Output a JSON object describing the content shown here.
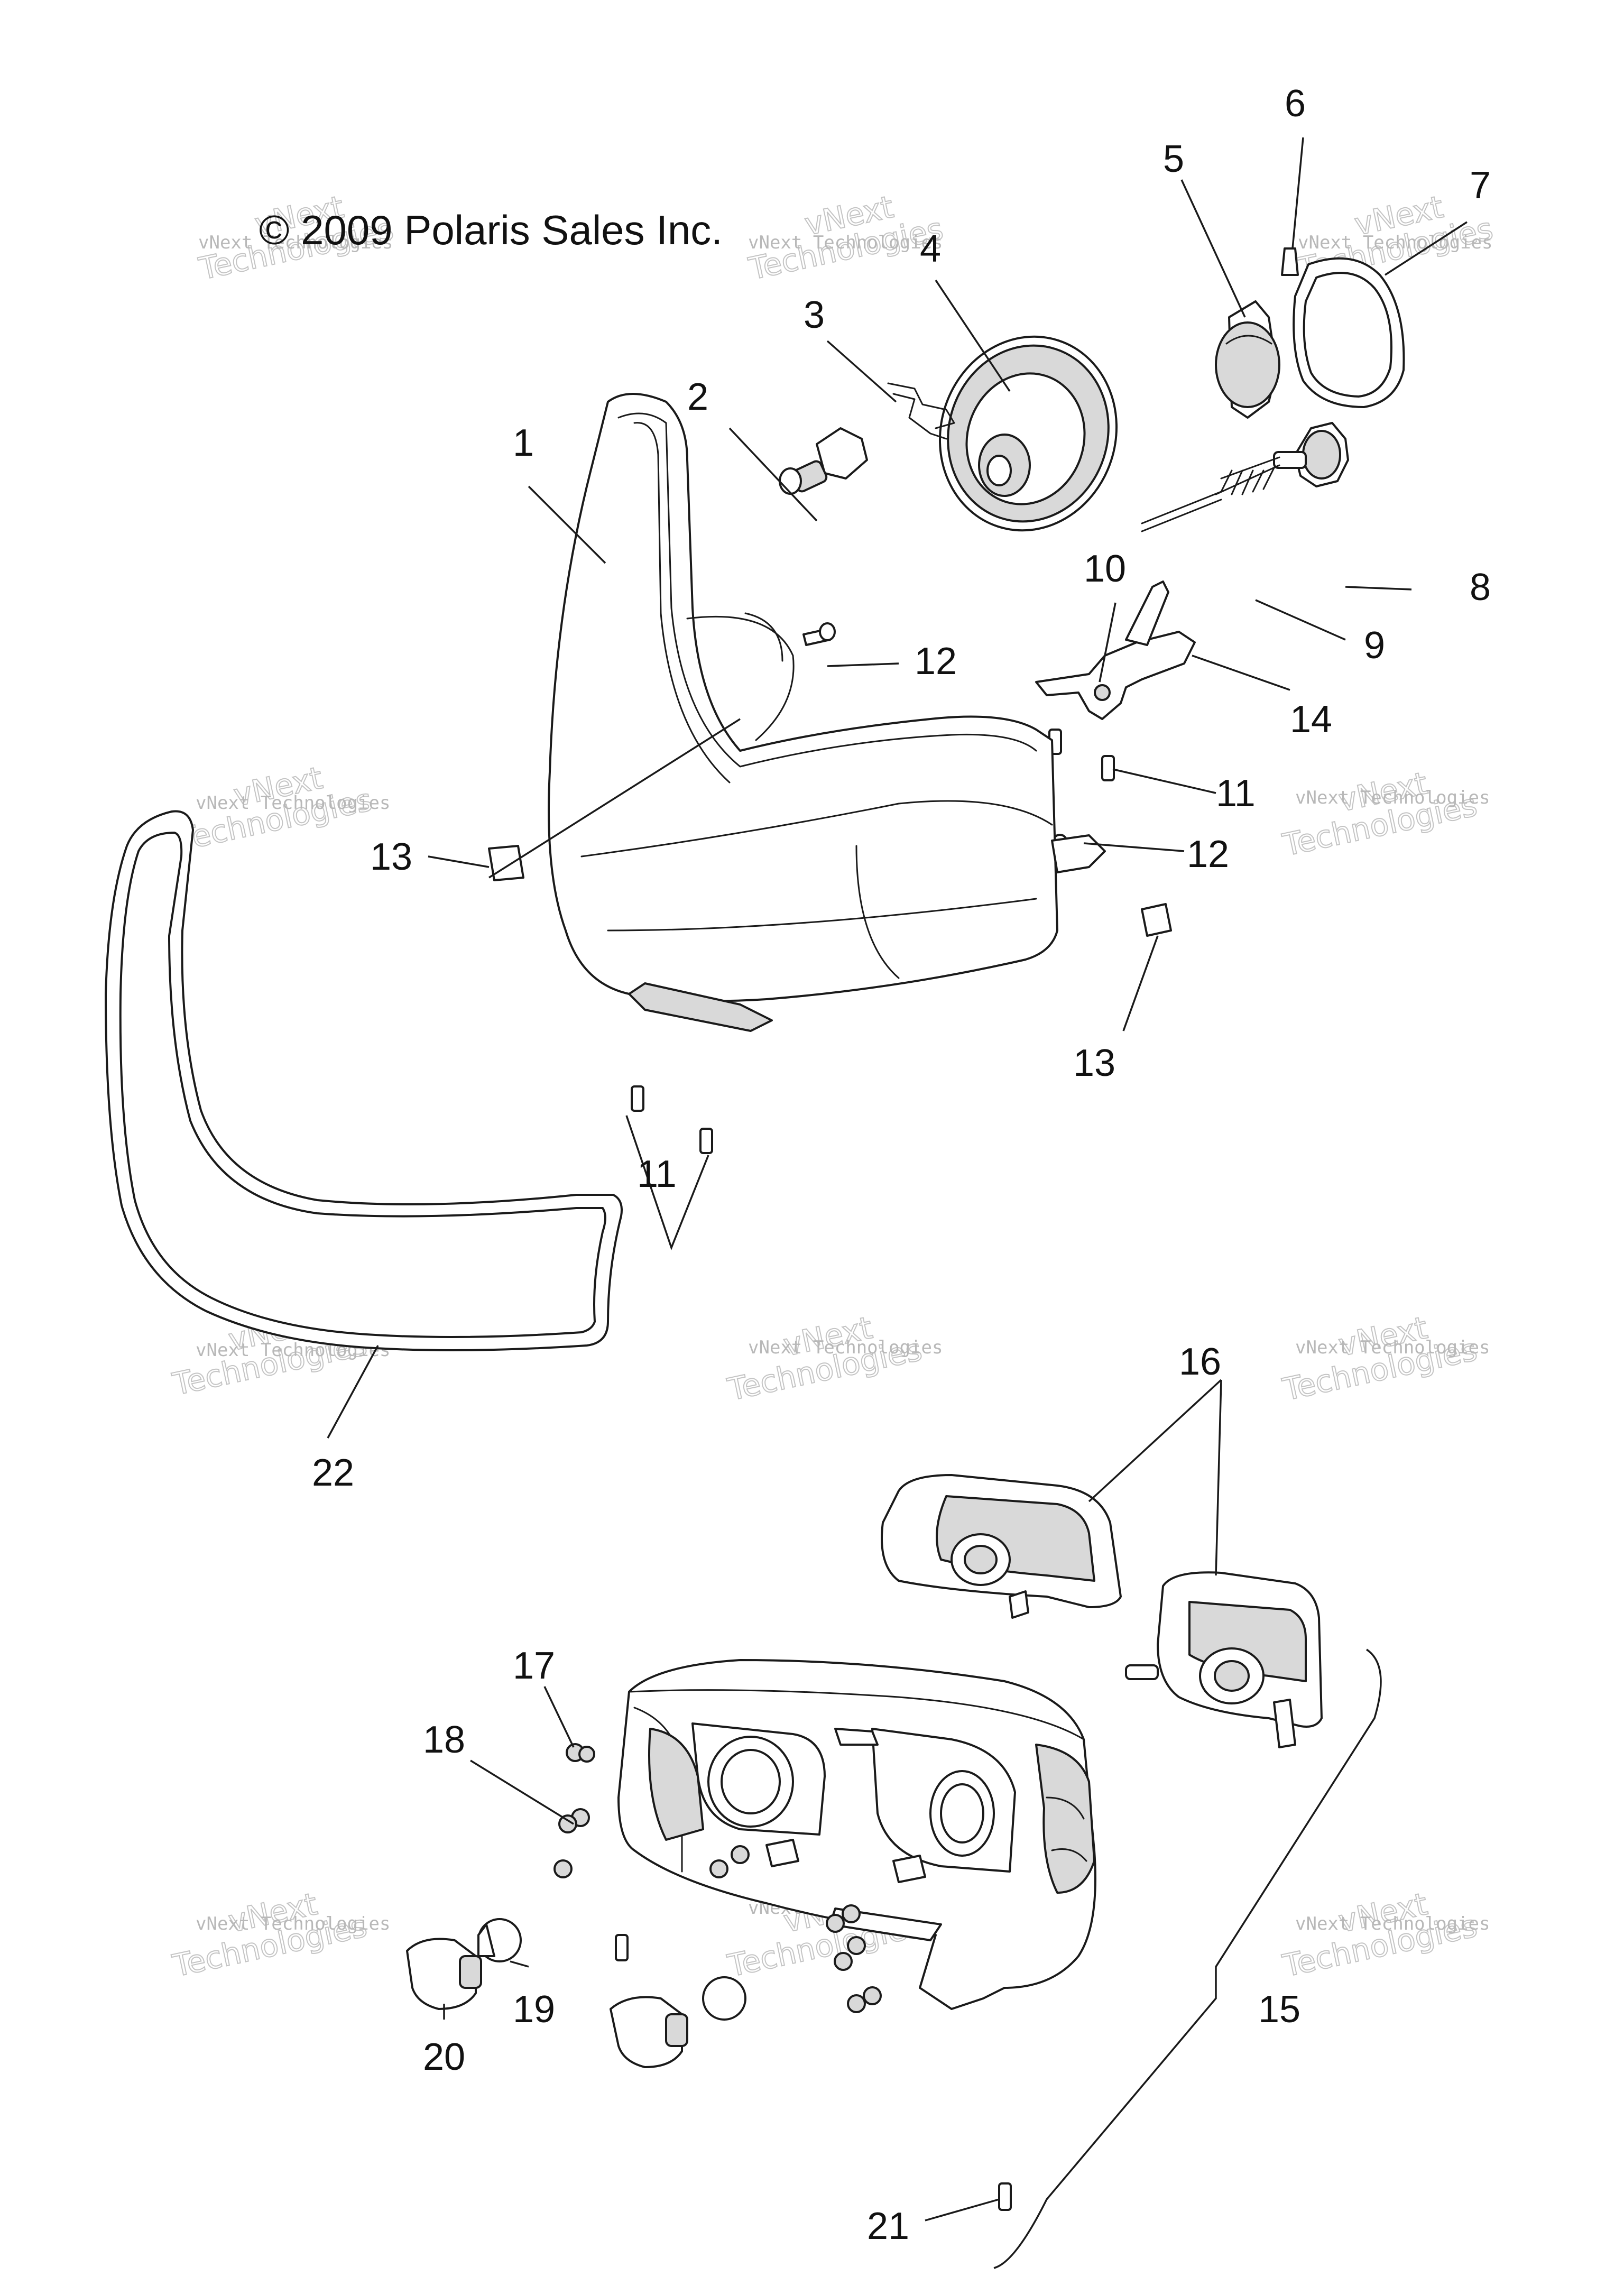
{
  "copyright": "© 2009 Polaris Sales Inc.",
  "watermark": {
    "small": "vNext Technologies",
    "top_word": "vNext",
    "bottom_word": "Technologies"
  },
  "callouts": [
    "1",
    "2",
    "3",
    "4",
    "5",
    "6",
    "7",
    "8",
    "9",
    "10",
    "11",
    "11",
    "12",
    "12",
    "13",
    "13",
    "14",
    "15",
    "16",
    "17",
    "18",
    "19",
    "20",
    "21",
    "22"
  ],
  "colors": {
    "line": "#1a1a1a",
    "watermark": "#b8b8b8",
    "background": "#ffffff"
  }
}
